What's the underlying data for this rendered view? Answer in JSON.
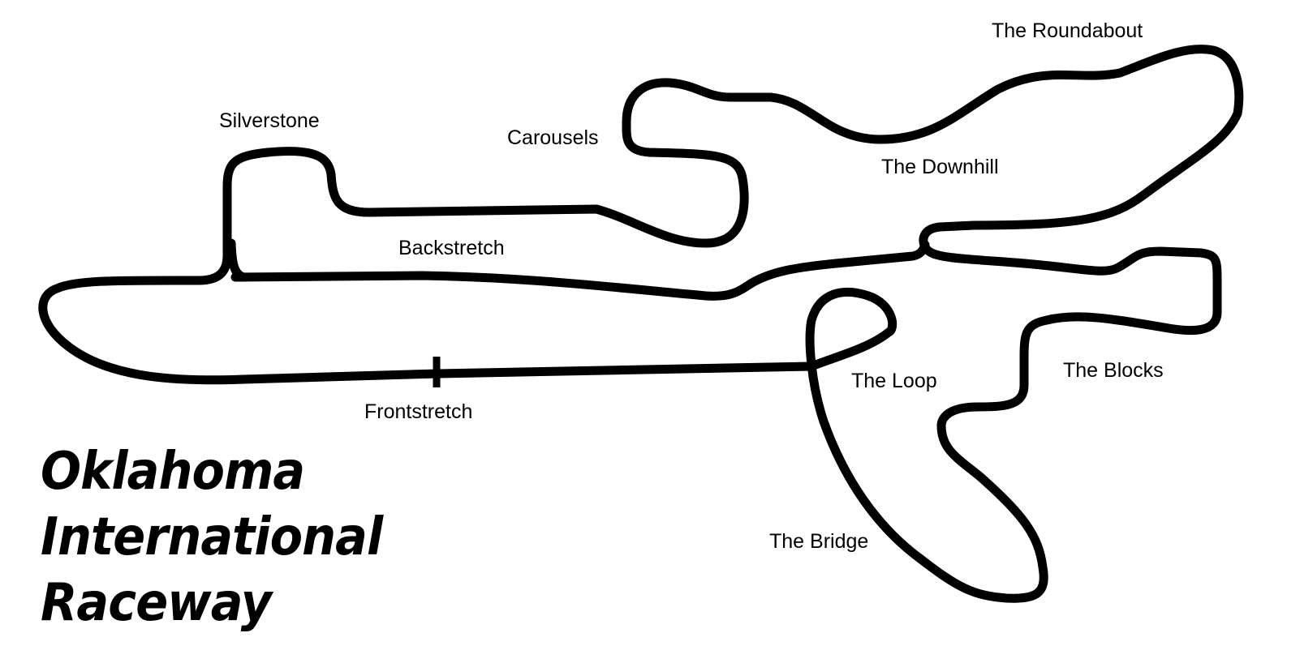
{
  "map": {
    "title_lines": [
      "Oklahoma",
      "International",
      "Raceway"
    ],
    "track_color": "#000000",
    "background_color": "#ffffff",
    "start_finish_marker": "start-finish-line",
    "corners": [
      {
        "id": "silverstone",
        "label": "Silverstone"
      },
      {
        "id": "carousels",
        "label": "Carousels"
      },
      {
        "id": "the-roundabout",
        "label": "The Roundabout"
      },
      {
        "id": "the-downhill",
        "label": "The Downhill"
      },
      {
        "id": "backstretch",
        "label": "Backstretch"
      },
      {
        "id": "the-loop",
        "label": "The Loop"
      },
      {
        "id": "the-blocks",
        "label": "The Blocks"
      },
      {
        "id": "frontstretch",
        "label": "Frontstretch"
      },
      {
        "id": "the-bridge",
        "label": "The Bridge"
      }
    ]
  }
}
